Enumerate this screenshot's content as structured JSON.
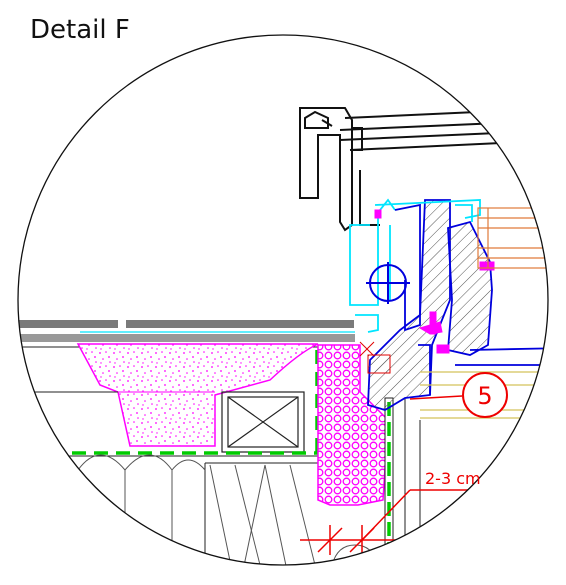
{
  "title": "Detail F",
  "callout": {
    "number": "5"
  },
  "dimension": {
    "text": "2-3 cm"
  },
  "colors": {
    "frame": "#000000",
    "profile_blue": "#0000dd",
    "profile_cyan": "#00e5ff",
    "insulation": "#ff00ff",
    "membrane_green": "#00cc00",
    "callout_red": "#ee0000",
    "glass_orange": "#e07a3a",
    "roof_grey": "#777777",
    "sill_yellow": "#d4c25a"
  }
}
